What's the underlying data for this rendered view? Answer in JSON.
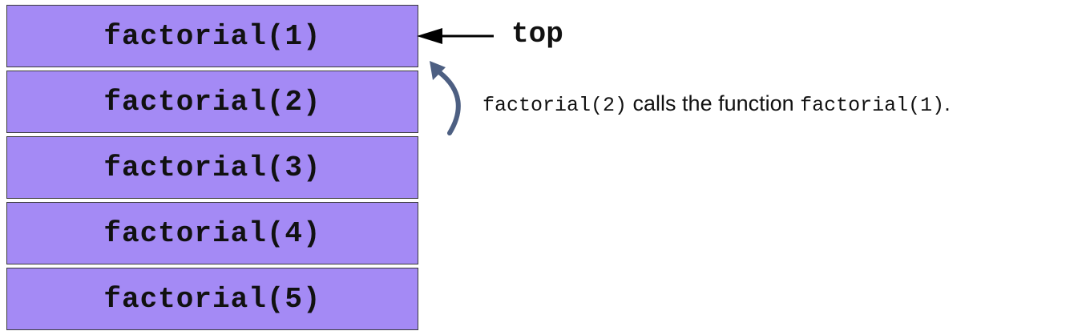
{
  "stack": {
    "frames": [
      "factorial(1)",
      "factorial(2)",
      "factorial(3)",
      "factorial(4)",
      "factorial(5)"
    ]
  },
  "pointer": {
    "label": "top"
  },
  "caption": {
    "caller": "factorial(2)",
    "middle": " calls the function ",
    "callee": "factorial(1)",
    "end": "."
  },
  "colors": {
    "frame_fill": "#a48af5",
    "call_arrow": "#4d5f82",
    "pointer_arrow": "#000000"
  }
}
